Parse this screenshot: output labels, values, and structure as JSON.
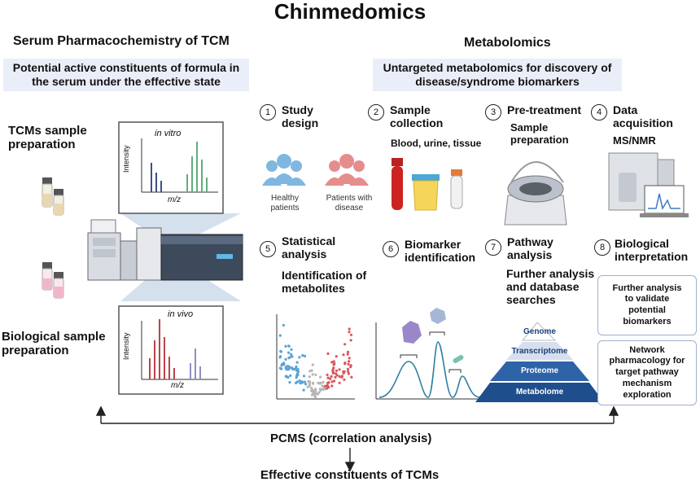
{
  "title": "Chinmedomics",
  "left": {
    "heading": "Serum Pharmacochemistry of TCM",
    "subtitle": "Potential active constituents of formula\nin the serum under the effective state",
    "tcm_sample": "TCMs sample\npreparation",
    "bio_sample": "Biological sample\npreparation",
    "in_vitro": "in vitro",
    "in_vivo": "in vivo",
    "intensity": "Intensity",
    "mz": "m/z"
  },
  "right": {
    "heading": "Metabolomics",
    "subtitle": "Untargeted metabolomics for discovery\nof disease/syndrome biomarkers",
    "steps": [
      {
        "num": "1",
        "label": "Study\ndesign"
      },
      {
        "num": "2",
        "label": "Sample\ncollection"
      },
      {
        "num": "3",
        "label": "Pre-treatment"
      },
      {
        "num": "4",
        "label": "Data\nacquisition"
      },
      {
        "num": "5",
        "label": "Statistical\nanalysis"
      },
      {
        "num": "6",
        "label": "Biomarker\nidentification"
      },
      {
        "num": "7",
        "label": "Pathway\nanalysis"
      },
      {
        "num": "8",
        "label": "Biological\ninterpretation"
      }
    ],
    "healthy": "Healthy\npatients",
    "patients_disease": "Patients with\ndisease",
    "samples": "Blood,  urine, tissue",
    "sample_prep": "Sample\npreparation",
    "ms_nmr": "MS/NMR",
    "identification": "Identification of\nmetabolites",
    "further_db": "Further analysis\nand database\nsearches",
    "pyramid": [
      "Genome",
      "Transcriptome",
      "Proteome",
      "Metabolome"
    ],
    "box_validate": "Further analysis\nto validate\npotential\nbiomarkers",
    "box_network": "Network\npharmacology for\ntarget pathway\nmechanism\nexploration"
  },
  "bottom": {
    "pcms": "PCMS (correlation analysis)",
    "effective": "Effective constituents of TCMs"
  },
  "colors": {
    "subtitle_bg": "#e9eef8",
    "person_healthy": "#7fb7e0",
    "person_disease": "#e58c8c",
    "peak_green": "#5fae7e",
    "peak_blue": "#3d4f86",
    "peak_red": "#b8454a",
    "peak_lavender": "#8d8fc8",
    "pyramid_dark": "#1f4e8c",
    "pyramid_light": "#d7dfee"
  }
}
